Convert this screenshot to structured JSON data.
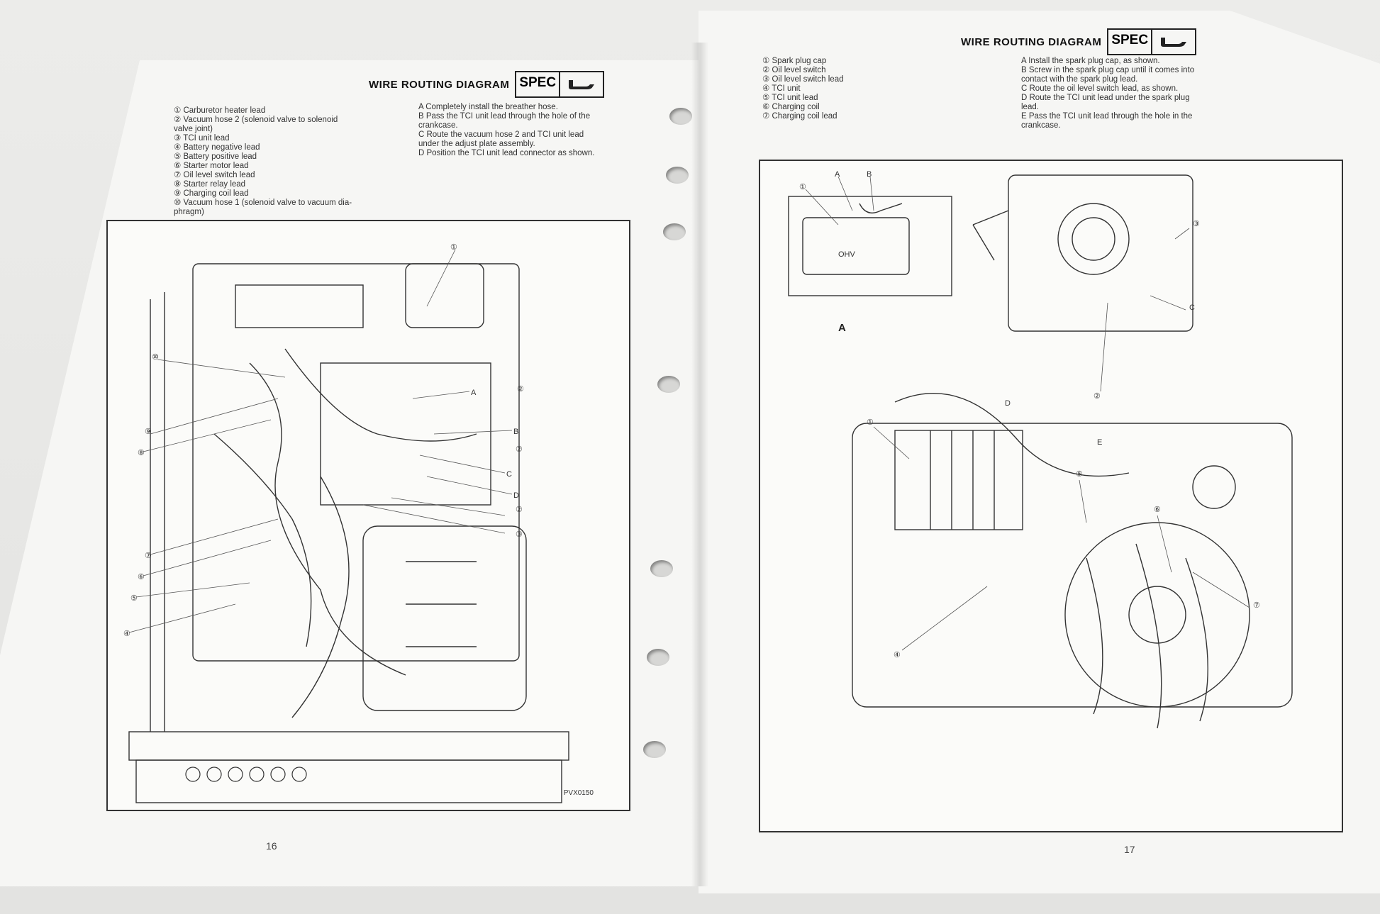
{
  "left_page": {
    "header": {
      "title": "WIRE ROUTING DIAGRAM",
      "spec": "SPEC",
      "icon": "tool-icon"
    },
    "parts_list": [
      "① Carburetor heater lead",
      "② Vacuum hose 2 (solenoid valve to solenoid",
      "valve joint)",
      "③ TCI unit lead",
      "④ Battery negative lead",
      "⑤ Battery positive lead",
      "⑥ Starter motor lead",
      "⑦ Oil level switch lead",
      "⑧ Starter relay lead",
      "⑨ Charging coil lead",
      "⑩ Vacuum hose 1 (solenoid valve to vacuum dia-",
      "phragm)"
    ],
    "instructions": [
      "A Completely install the breather hose.",
      "B Pass the TCI unit lead through the hole of the",
      "crankcase.",
      "C Route the vacuum hose 2 and TCI unit lead",
      "under the adjust plate assembly.",
      "D Position the TCI unit lead connector as shown."
    ],
    "figure_code": "PVX0150",
    "callouts": [
      "①",
      "②",
      "②",
      "②",
      "③",
      "④",
      "⑤",
      "⑥",
      "⑦",
      "⑧",
      "⑨",
      "⑩",
      "A",
      "B",
      "C",
      "D"
    ],
    "page_number": "16"
  },
  "right_page": {
    "header": {
      "title": "WIRE ROUTING DIAGRAM",
      "spec": "SPEC",
      "icon": "tool-icon"
    },
    "parts_list": [
      "① Spark plug cap",
      "② Oil level switch",
      "③ Oil level switch lead",
      "④ TCI unit",
      "⑤ TCI unit lead",
      "⑥ Charging coil",
      "⑦ Charging coil lead"
    ],
    "instructions": [
      "A Install the spark plug cap, as shown.",
      "B Screw in the spark plug cap until it comes into",
      "contact with the spark plug lead.",
      "C Route the oil level switch lead, as shown.",
      "D Route the TCI unit lead under the spark plug",
      "lead.",
      "E Pass the TCI unit lead through the hole in the",
      "crankcase."
    ],
    "detail_label": "A",
    "ohv_label": "OHV",
    "callouts": [
      "①",
      "②",
      "③",
      "①",
      "④",
      "⑤",
      "⑥",
      "⑦",
      "A",
      "B",
      "C",
      "D",
      "E"
    ],
    "page_number": "17"
  }
}
